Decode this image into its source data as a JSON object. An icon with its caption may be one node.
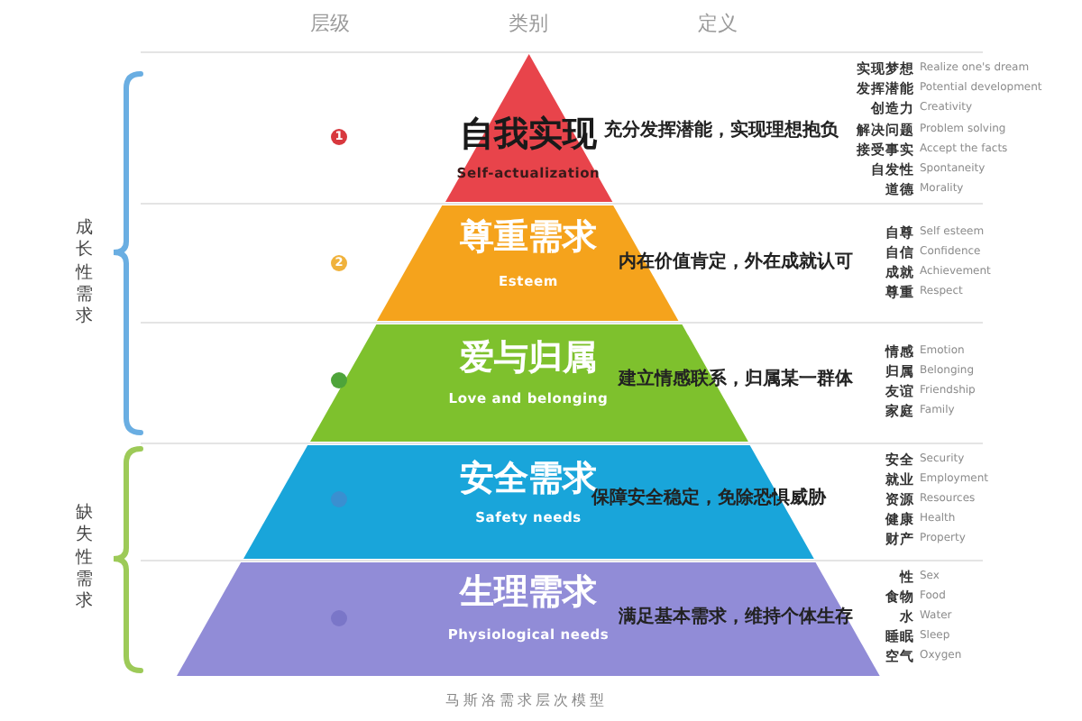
{
  "diagram": {
    "caption": "马斯洛需求层次模型",
    "nodes": [
      {
        "text": [
          "自我实现",
          "Self-actualization"
        ],
        "beside": [
          "充分发挥潜能，实现理想抱负"
        ]
      },
      {
        "text": [
          "尊重需求",
          "Esteem"
        ],
        "beside": [
          "内在价值肯定，外在成就认可"
        ]
      },
      {
        "text": [
          "爱与归属",
          "Love and belonging"
        ],
        "beside": [
          "建立情感联系，归属某一群体"
        ]
      },
      {
        "text": [
          "安全需求",
          "Safety needs",
          "保障安全稳定，免除恐惧威胁"
        ]
      },
      {
        "text": [
          "生理需求",
          "Physiological needs",
          "满足基本需求，维持个体生存"
        ]
      }
    ],
    "labels": [
      "层级",
      "类别",
      "定义",
      "成长性需求",
      "1",
      "实现梦想",
      "Realize one's dream",
      "发挥潜能",
      "Potential development",
      "创造力",
      "Creativity",
      "解决问题",
      "Problem solving",
      "接受事实",
      "Accept the facts",
      "自发性",
      "Spontaneity",
      "道德",
      "Morality",
      "2",
      "自尊",
      "Self esteem",
      "自信",
      "Confidence",
      "成就",
      "Achievement",
      "尊重",
      "Respect",
      "情感",
      "Emotion",
      "归属",
      "Belonging",
      "友谊",
      "Friendship",
      "家庭",
      "Family",
      "缺失性需求",
      "安全",
      "Security",
      "就业",
      "Employment",
      "资源",
      "Resources",
      "健康",
      "Health",
      "财产",
      "Property",
      "性",
      "Sex",
      "食物",
      "Food",
      "水",
      "Water",
      "睡眠",
      "Sleep",
      "空气",
      "Oxygen"
    ]
  }
}
